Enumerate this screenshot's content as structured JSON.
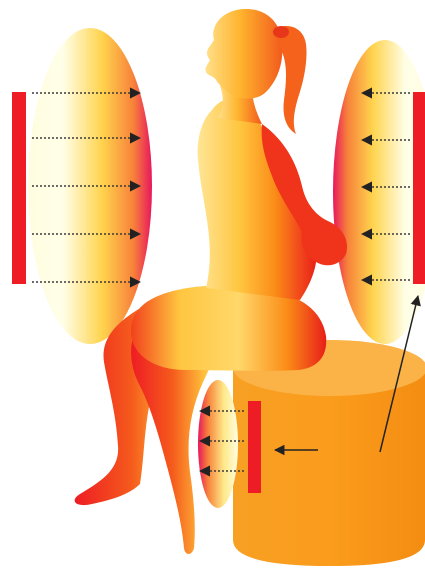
{
  "diagram": {
    "subject": "woman-seated-on-stool",
    "heaters": [
      {
        "id": "left",
        "rays": 5,
        "direction": "right"
      },
      {
        "id": "right",
        "rays": 5,
        "direction": "left"
      },
      {
        "id": "lower",
        "rays": 3,
        "direction": "left"
      }
    ],
    "colors": {
      "heater_bar": "#ee1c24",
      "glow_inner": "#fffde0",
      "glow_mid": "#ffd34d",
      "glow_outer": "#e8175d",
      "body_light": "#ffd86a",
      "body_mid": "#fb9a17",
      "body_dark": "#e81e18",
      "stool_top": "#fbb347",
      "stool_side": "#f59a18",
      "arrow": "#222222"
    }
  }
}
